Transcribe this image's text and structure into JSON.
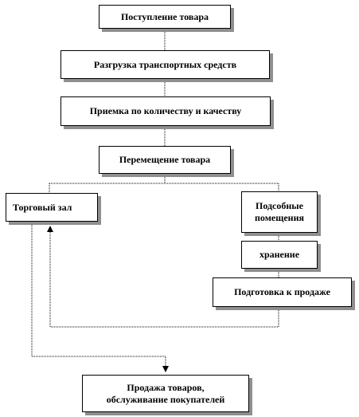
{
  "nodes": {
    "arrival": "Поступление товара",
    "unloading": "Разгрузка транспортных средств",
    "acceptance": "Приемка по количеству и качеству",
    "movement": "Перемещение товара",
    "sales_hall": "Торговый зал",
    "auxiliary_line1": "Подсобные",
    "auxiliary_line2": "помещения",
    "storage": "хранение",
    "preparation": "Подготовка к продаже",
    "sale_line1": "Продажа товаров,",
    "sale_line2": "обслуживание покупателей"
  },
  "colors": {
    "border": "#000000",
    "shadow": "#8f8f8f",
    "background": "#ffffff"
  }
}
